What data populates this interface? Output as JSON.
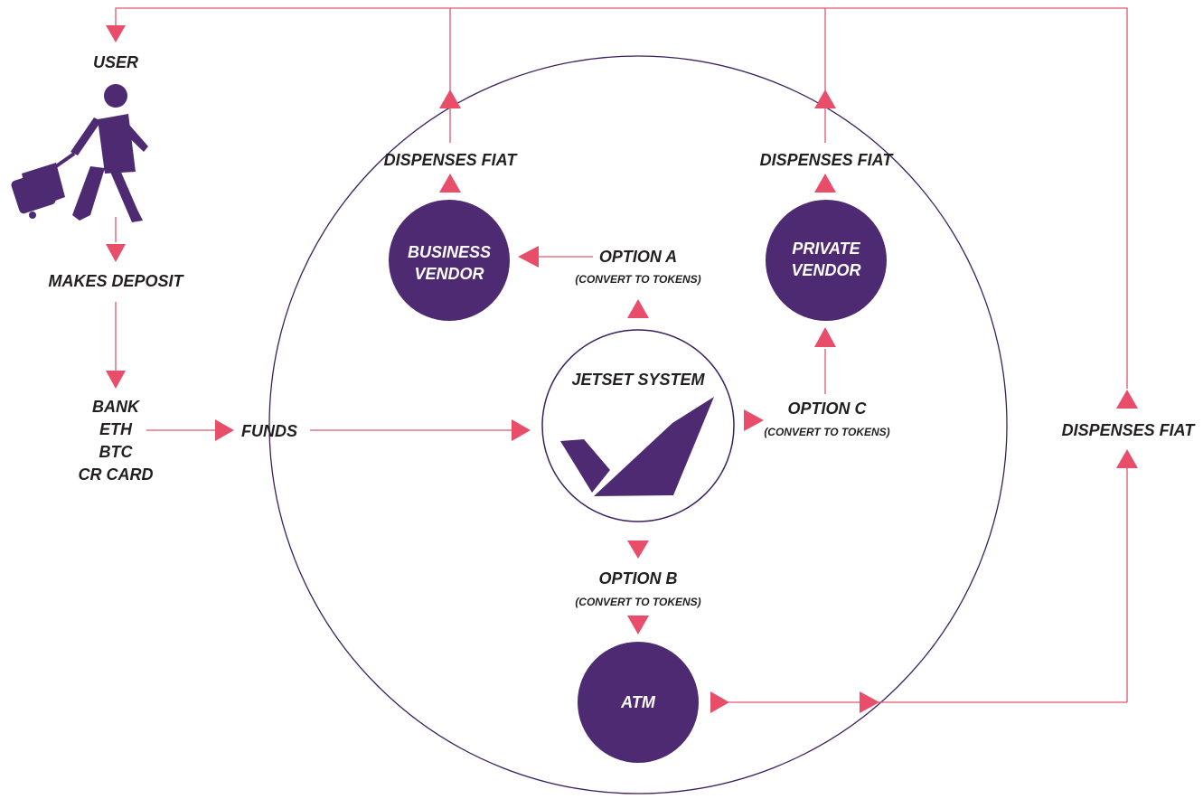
{
  "colors": {
    "accent_pink": "#e84d6a",
    "node_purple": "#4e2a73",
    "ring_outline": "#3b1f5c",
    "text": "#231f20"
  },
  "user": {
    "label": "USER",
    "icon": "traveler-with-suitcase-icon"
  },
  "steps": {
    "makes_deposit": "MAKES DEPOSIT",
    "funds": "FUNDS"
  },
  "deposit_methods": [
    "BANK",
    "ETH",
    "BTC",
    "CR CARD"
  ],
  "center": {
    "label": "JETSET SYSTEM",
    "logo": "checkmark-logo-icon"
  },
  "nodes": {
    "business_vendor": [
      "BUSINESS",
      "VENDOR"
    ],
    "private_vendor": [
      "PRIVATE",
      "VENDOR"
    ],
    "atm": [
      "ATM"
    ]
  },
  "options": {
    "a": {
      "label": "OPTION A",
      "sub": "(CONVERT TO TOKENS)"
    },
    "b": {
      "label": "OPTION B",
      "sub": "(CONVERT TO TOKENS)"
    },
    "c": {
      "label": "OPTION C",
      "sub": "(CONVERT TO TOKENS)"
    }
  },
  "dispenses": {
    "business": "DISPENSES FIAT",
    "private": "DISPENSES FIAT",
    "atm": "DISPENSES FIAT"
  }
}
